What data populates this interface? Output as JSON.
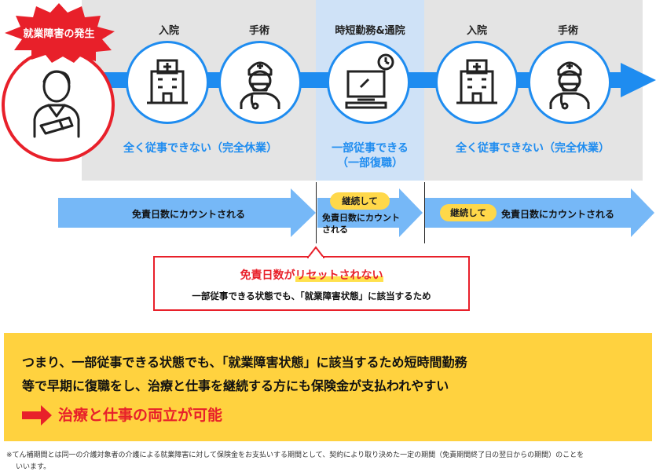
{
  "event_label": "就業障害の発生",
  "phase_headers": {
    "hospital1": "入院",
    "surgery1": "手術",
    "shortwork": "時短勤務&通院",
    "hospital2": "入院",
    "surgery2": "手術"
  },
  "status": {
    "full_leave_1": "全く従事できない（完全休業）",
    "partial_line1": "一部従事できる",
    "partial_line2": "（一部復職）",
    "full_leave_2": "全く従事できない（完全休業）"
  },
  "timeline": {
    "counted": "免責日数にカウントされる",
    "continue_pill": "継続して",
    "continue_text_line1": "免責日数にカウント",
    "continue_text_line2": "される",
    "continue_pill_2": "継続して",
    "counted_2": "免責日数にカウントされる"
  },
  "callout": {
    "title_prefix": "免責日数が",
    "title_highlight": "リセットされない",
    "body": "一部従事できる状態でも、「就業障害状態」に該当するため"
  },
  "summary": {
    "line1": "つまり、一部従事できる状態でも、「就業障害状態」に該当するため短時間勤務",
    "line2": "等で早期に復職をし、治療と仕事を継続する方にも保険金が支払われやすい",
    "conclusion": "治療と仕事の両立が可能"
  },
  "footnote": {
    "line1": "※てん補期間とは同一の介護対象者の介護による就業障害に対して保険金をお支払いする期間として、契約により取り決めた一定の期間（免責期間終了日の翌日からの期間）のことを",
    "line2": "いいます。"
  },
  "colors": {
    "accent_blue": "#1e8cf0",
    "light_blue_arrow": "#76b8f7",
    "red": "#e8202a",
    "yellow": "#ffd84a",
    "summary_bg": "#ffd23f"
  }
}
